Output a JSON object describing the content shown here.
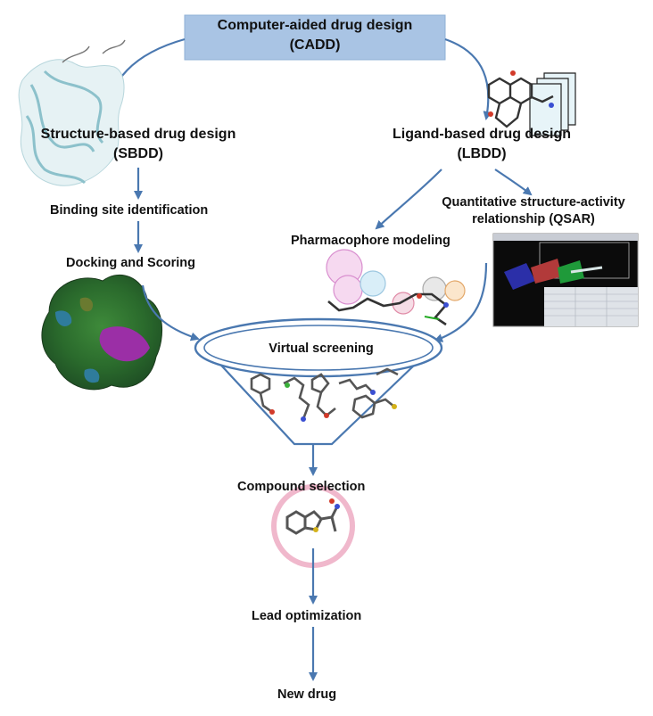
{
  "title": {
    "line1": "Computer-aided drug design",
    "line2": "(CADD)"
  },
  "sbdd": {
    "line1": "Structure-based drug design",
    "line2": "(SBDD)"
  },
  "lbdd": {
    "line1": "Ligand-based drug design",
    "line2": "(LBDD)"
  },
  "steps": {
    "binding_site": "Binding site identification",
    "docking": "Docking and Scoring",
    "pharmacophore": "Pharmacophore modeling",
    "qsar_line1": "Quantitative structure-activity",
    "qsar_line2": "relationship (QSAR)",
    "virtual_screening": "Virtual screening",
    "compound_selection": "Compound selection",
    "lead_optimization": "Lead optimization",
    "new_drug": "New drug"
  },
  "colors": {
    "arrow": "#4a78b0",
    "title_box": "#a9c4e4",
    "funnel_stroke": "#4a78b0",
    "selection_ring": "#f0b8cc"
  }
}
